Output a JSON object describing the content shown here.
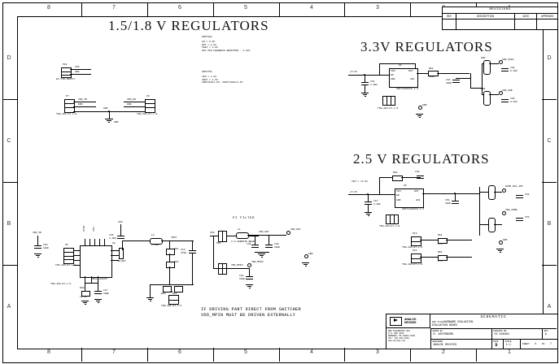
{
  "frame": {
    "columns": [
      "8",
      "7",
      "6",
      "5",
      "4",
      "3",
      "2",
      "1"
    ],
    "rows": [
      "D",
      "C",
      "B",
      "A"
    ]
  },
  "sections": {
    "title_15_18": "1.5/1.8 V REGULATORS",
    "title_33": "3.3V REGULATORS",
    "title_25": "2.5 V REGULATORS",
    "title_pi": "PI FILTER"
  },
  "notes": {
    "adp7104": {
      "part": "ADP7104",
      "lines": "IN = 5.0V\nOUT = 1.8V\nVADJ = 1.8V\nADJ PIN FEEDBACK RESISTOR - 1.22V"
    },
    "adp1753": {
      "part": "ADP1753",
      "lines": "VIN = 1.8V\nVOUT = 1.5V\nVDD=VIN=1.8V; VOUT=VADJ=1.5V"
    },
    "pi_filter_note": "IF DRIVING PART DIRECT FROM SWITCHER\nVDD_MPIN MUST BE DRIVEN EXTERNALLY"
  },
  "revisions": {
    "title": "REVISIONS",
    "headers": [
      "REV",
      "DESCRIPTION",
      "DATE",
      "APPROVED"
    ],
    "rows": [
      [
        "",
        "",
        "",
        ""
      ]
    ]
  },
  "title_block": {
    "company_name": "ANALOG\nDEVICES",
    "company_address": "ONE TECHNOLOGY WAY\nP.O. BOX 9106\nNORWOOD, MA 02062-9106\nTEL: 781-329-4700\nwww.analog.com",
    "schematic_label": "SCHEMATIC",
    "project_label": "SUB TITLE",
    "project_value": "HARDWARE EVALUATION",
    "project_value2": "EVALUATION BOARD",
    "drawn_by_label": "DRAWN BY",
    "drawn_by_value": "R. ARTERBURN",
    "engineer_label": "ENGINEER",
    "engineer_value": "ANALOG DEVICES",
    "drawing_no_label": "DRAWING NO.",
    "drawing_no_value": "02 038464",
    "rev_label": "REV",
    "rev_value": "A",
    "size_label": "SIZE",
    "size_value": "D",
    "scale_label": "SCALE",
    "scale_value": "1:1",
    "sheet_label": "SHEET",
    "sheet_value": "4",
    "sheet_of_label": "OF",
    "sheet_total": "7"
  },
  "ics": {
    "u4": {
      "ref": "U4",
      "part": "ADP7104ACPZ-3.3"
    },
    "u5": {
      "ref": "U5",
      "part": "ADP7118ACPZ-2.5"
    },
    "u2": {
      "ref": "U2",
      "part": "ADP2114ACPZ"
    }
  },
  "nets": {
    "vdd_out": "VDD_OUT",
    "vdd_mpin": "VDD_MPIN",
    "vdd_fpga": "VDD_FPGA",
    "vdd_usb": "VDD_USB",
    "dvdd_da1_1p5": "DVDD_DA1_1P5",
    "vdd_comb": "VDD_COMB",
    "vin_5v": "+5.0V",
    "gnd": "GND"
  },
  "top_left_connectors": [
    {
      "ref": "P10",
      "caption": "EX-VIN-SUPPLY",
      "pins": [
        "VIN",
        "GND"
      ]
    },
    {
      "ref": "P7",
      "caption": "TSW-103-07-L-S",
      "pins": [
        "VDD_IN",
        "GND"
      ]
    },
    {
      "ref": "P8",
      "caption": "TSW-103-07-L-S",
      "pins": [
        "VDD_EN",
        "GND"
      ]
    }
  ]
}
